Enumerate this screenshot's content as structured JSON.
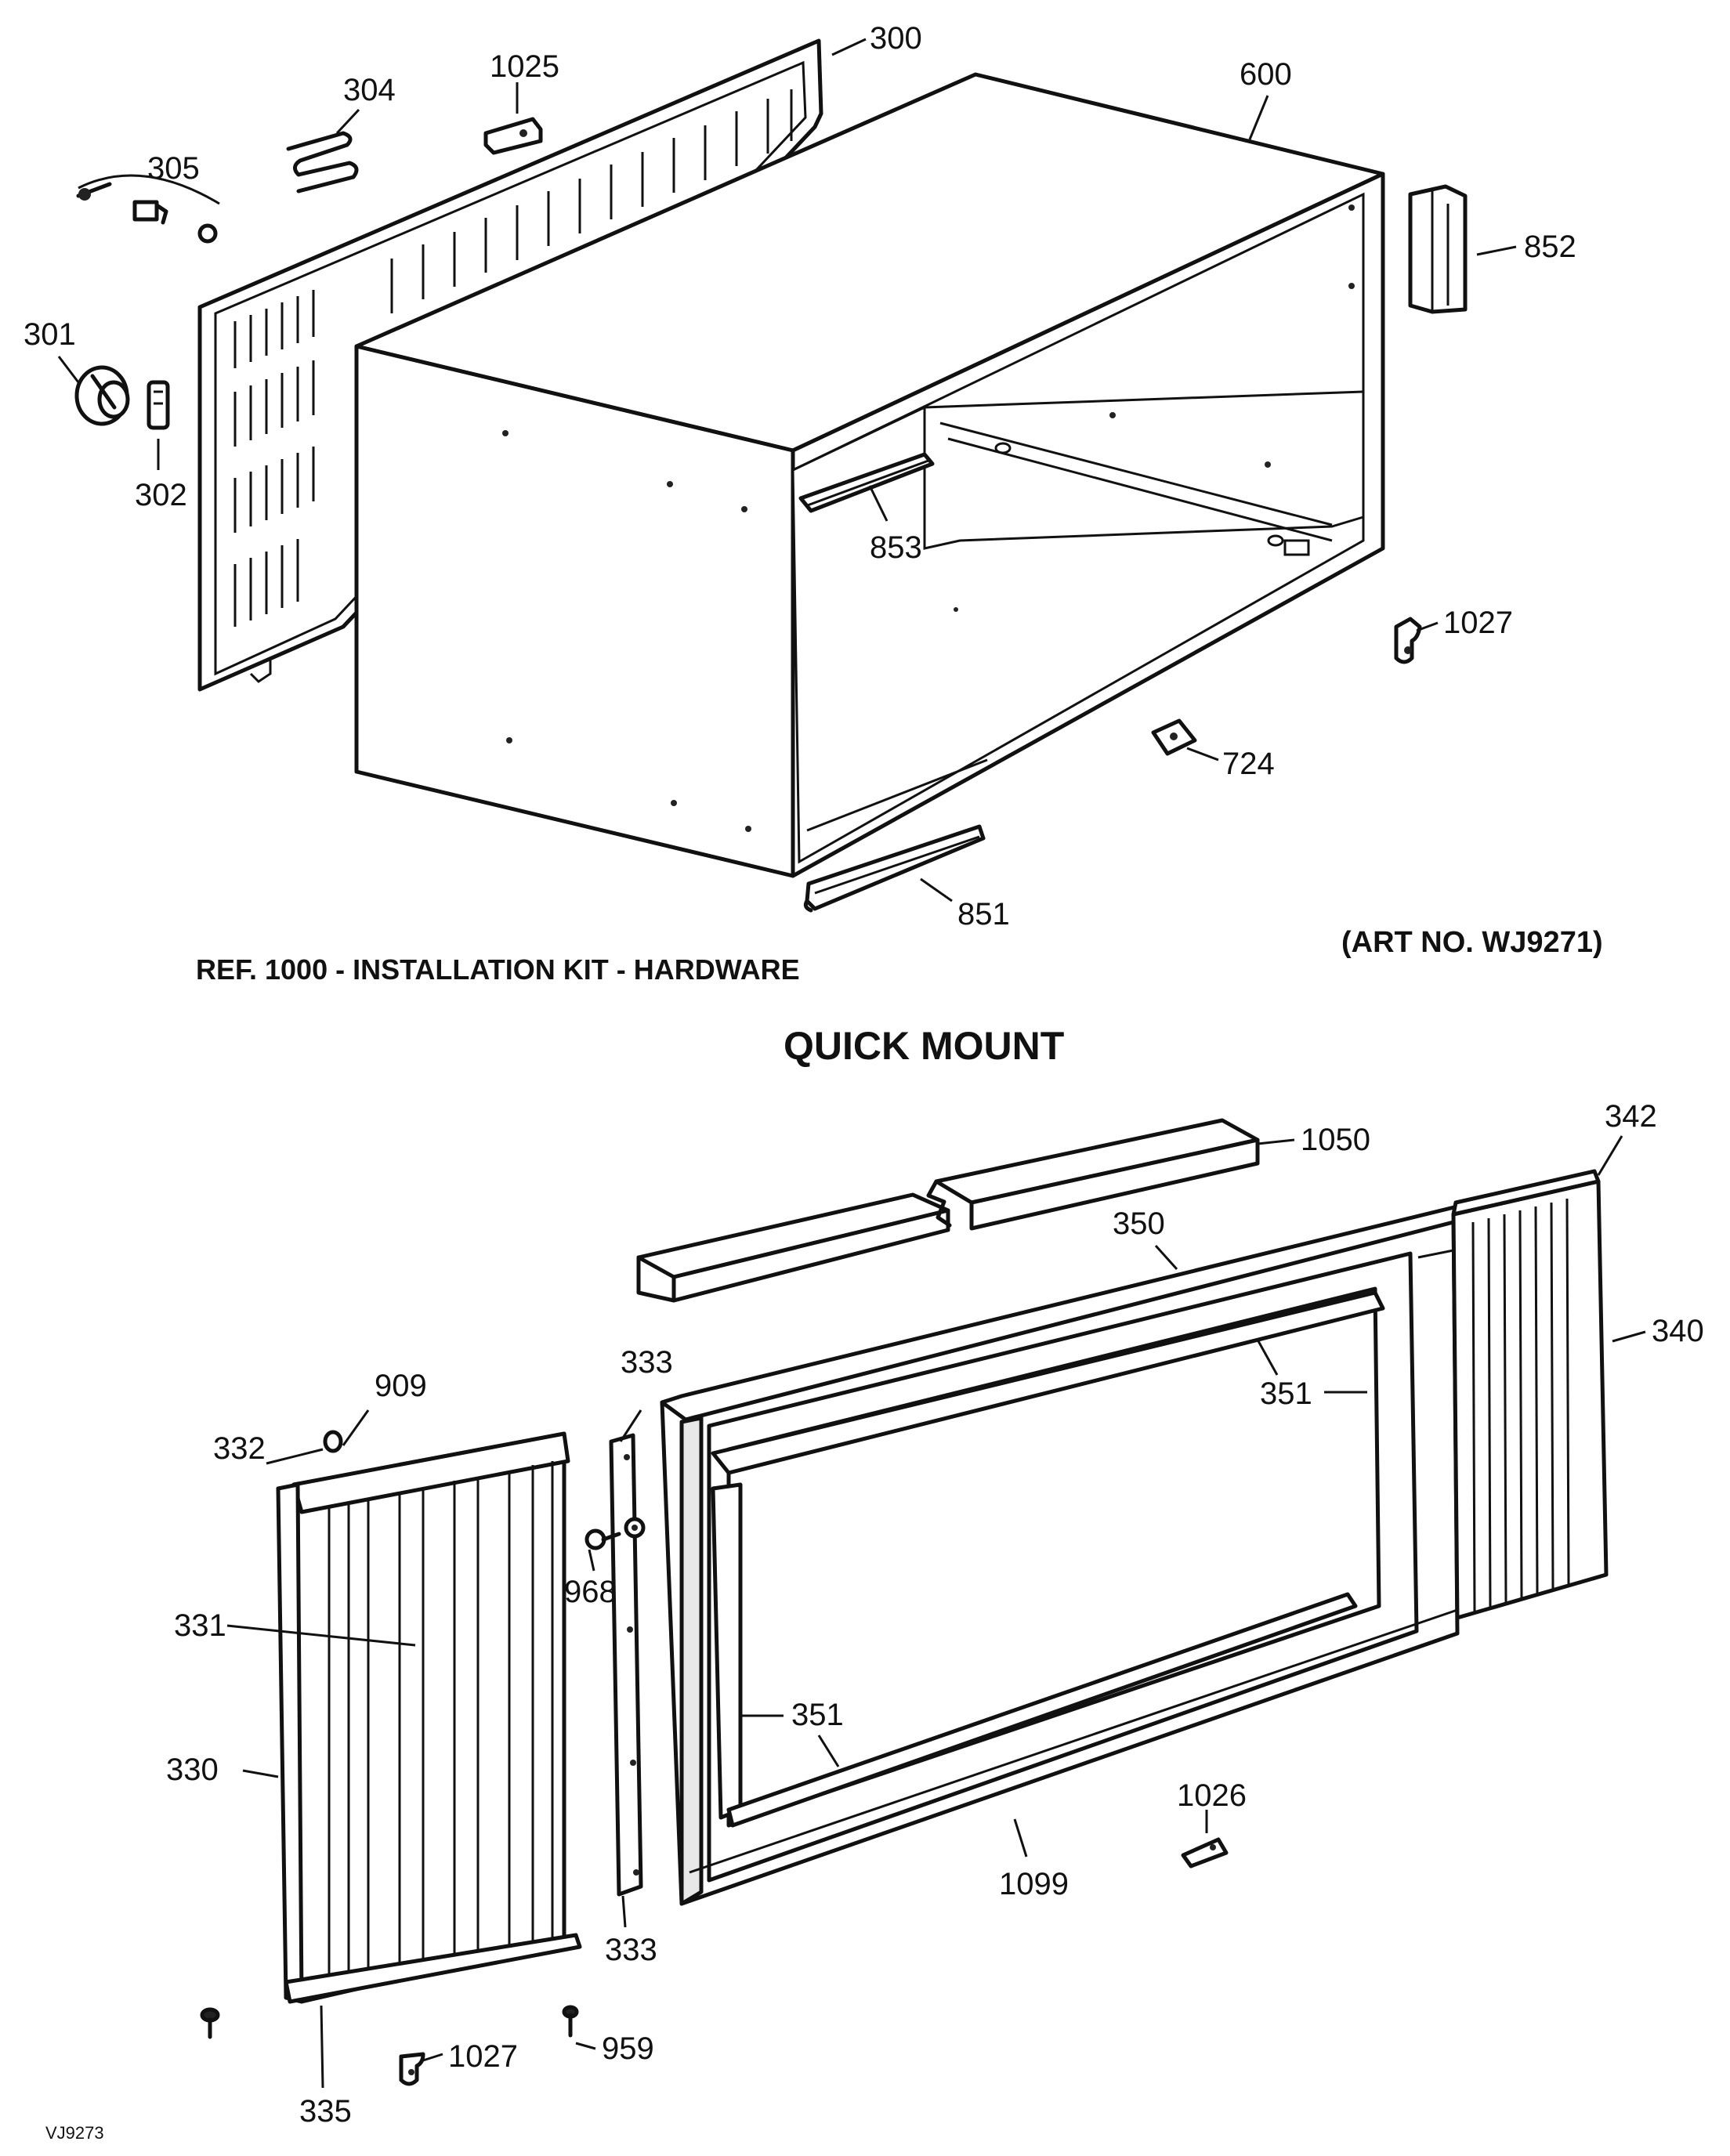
{
  "top_section": {
    "caption_left": "REF. 1000 - INSTALLATION KIT - HARDWARE",
    "caption_right": "(ART NO. WJ9271)",
    "callouts": {
      "c300": "300",
      "c304": "304",
      "c1025": "1025",
      "c305": "305",
      "c600": "600",
      "c852": "852",
      "c301": "301",
      "c302": "302",
      "c853": "853",
      "c1027": "1027",
      "c724": "724",
      "c851": "851"
    }
  },
  "bottom_section": {
    "title": "QUICK MOUNT",
    "callouts": {
      "c1050": "1050",
      "c342": "342",
      "c350": "350",
      "c340": "340",
      "c351a": "351",
      "c909": "909",
      "c333a": "333",
      "c332": "332",
      "c968": "968",
      "c331": "331",
      "c330": "330",
      "c351b": "351",
      "c1026": "1026",
      "c1099": "1099",
      "c333b": "333",
      "c959": "959",
      "c1027": "1027",
      "c335": "335"
    },
    "footer_ref": "VJ9273"
  }
}
